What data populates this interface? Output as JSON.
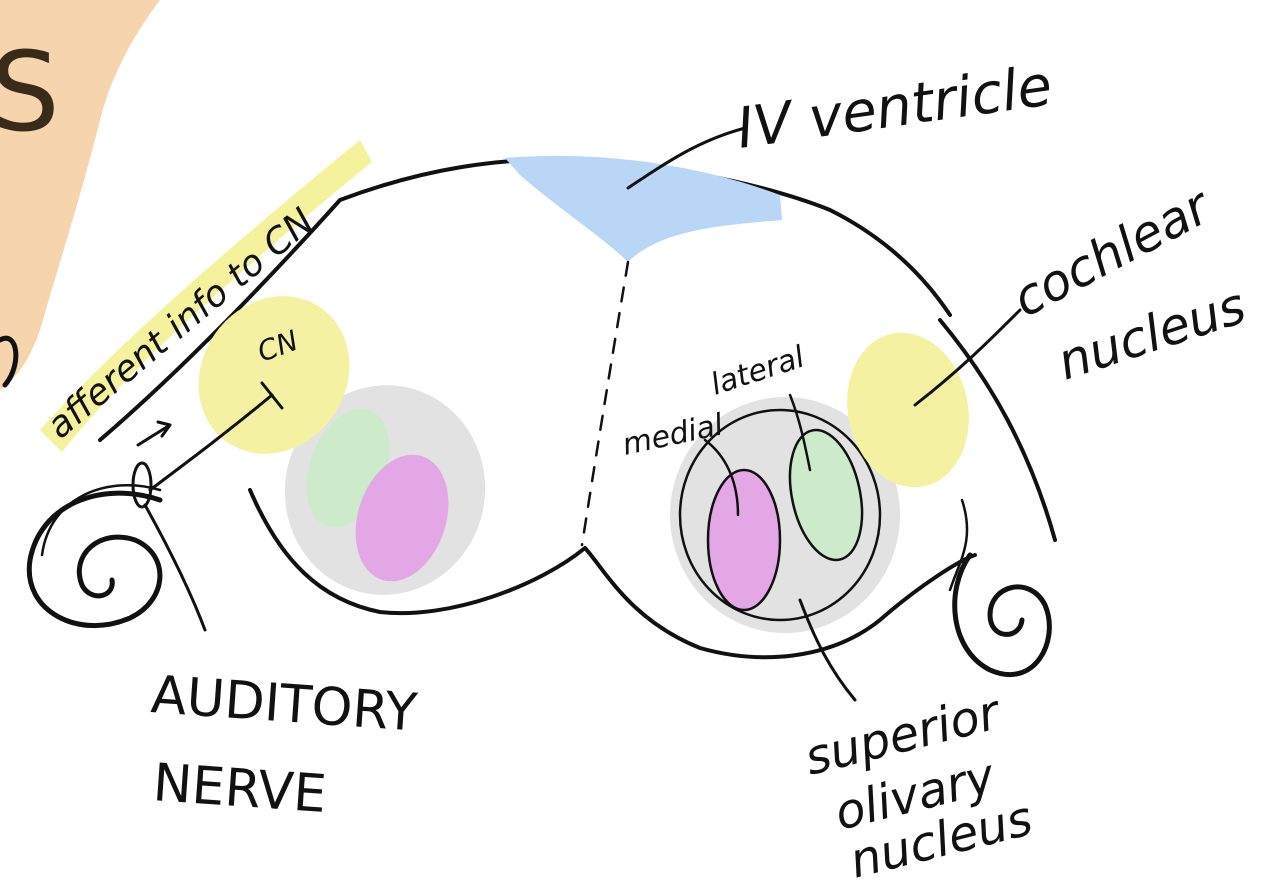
{
  "labels": {
    "page_corner_fragment": "S",
    "afferent": "afferent info to CN",
    "cn_short": "CN",
    "ventricle": "IV ventricle",
    "cochlear_line1": "cochlear",
    "cochlear_line2": "nucleus",
    "medial": "medial",
    "lateral": "lateral",
    "auditory_line1": "AUDITORY",
    "auditory_line2": "NERVE",
    "superior_line1": "superior",
    "superior_line2": "olivary",
    "superior_line3": "nucleus"
  },
  "colors": {
    "peach_background": "#F6D5AE",
    "ventricle_blue": "#B9D6F7",
    "cochlear_yellow": "#F5F1A3",
    "highlight_yellow": "#F3F08C",
    "olive_gray": "#E2E2E2",
    "medial_pink": "#E3A7E6",
    "lateral_green": "#CDEBCB",
    "ink": "#111111"
  }
}
